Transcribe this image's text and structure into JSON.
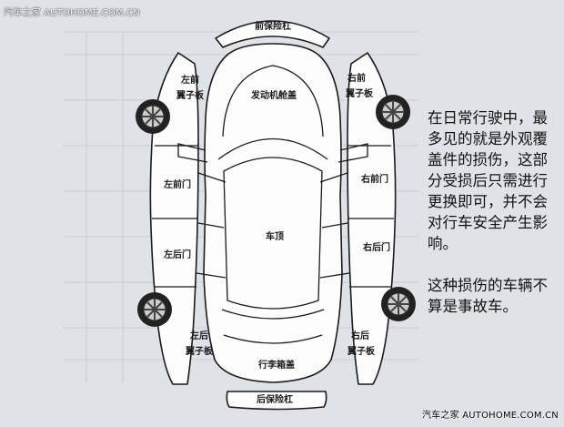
{
  "watermark_top": "汽车之家  AUTOHOME.COM.CN",
  "watermark_bottom": "汽车之家  AUTOHOME.COM.CN",
  "labels": {
    "front_bumper": "前保险杠",
    "rear_bumper": "后保险杠",
    "hood": "发动机舱盖",
    "roof": "车顶",
    "trunk": "行李箱盖",
    "left_front_fender_1": "左前",
    "left_front_fender_2": "翼子板",
    "right_front_fender_1": "右前",
    "right_front_fender_2": "翼子板",
    "left_front_door": "左前门",
    "left_rear_door": "左后门",
    "right_front_door": "右前门",
    "right_rear_door": "右后门",
    "left_rear_fender_1": "左后",
    "left_rear_fender_2": "翼子板",
    "right_rear_fender_1": "右后",
    "right_rear_fender_2": "翼子板"
  },
  "note": {
    "paragraph1": "在日常行驶中，最多见的就是外观覆盖件的损伤，这部分受损后只需进行更换即可，并不会对行车安全产生影响。",
    "paragraph2": "这种损伤的车辆不算是事故车。"
  }
}
